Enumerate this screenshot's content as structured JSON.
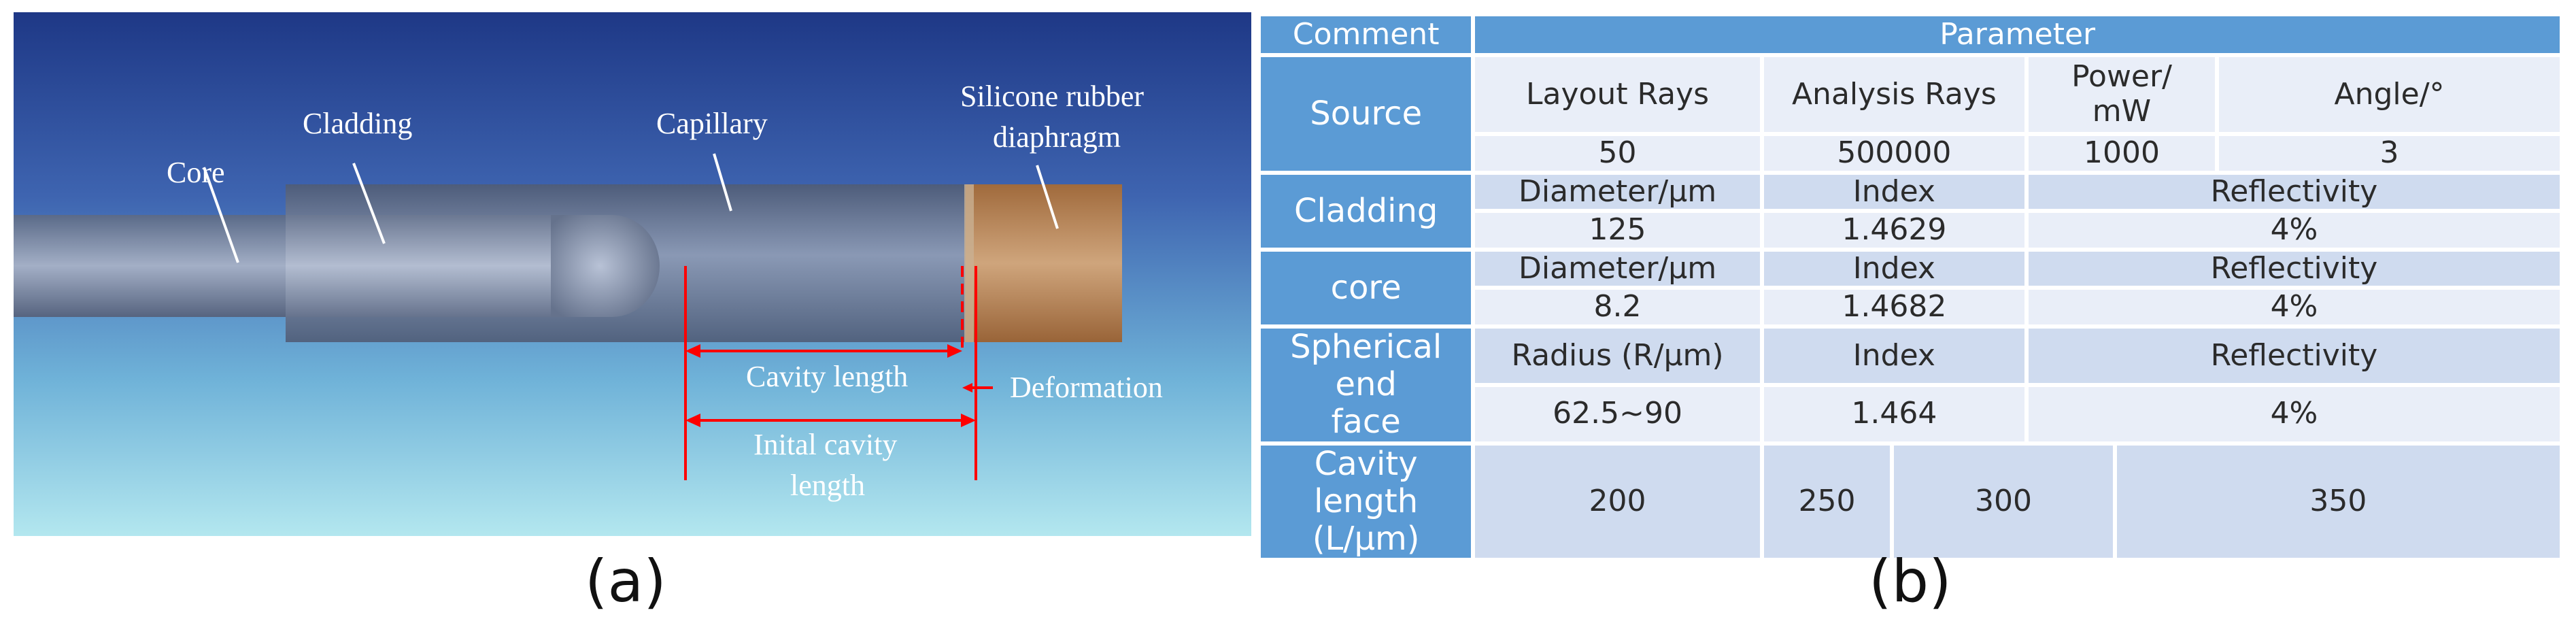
{
  "panel_a": {
    "labels": {
      "core": "Core",
      "cladding": "Cladding",
      "capillary": "Capillary",
      "diaphragm_line1": "Silicone rubber",
      "diaphragm_line2": "diaphragm",
      "cavity_length": "Cavity length",
      "deformation": "Deformation",
      "initial_line1": "Inital cavity",
      "initial_line2": "length"
    },
    "colors": {
      "background_top": "#1f3a86",
      "background_bottom": "#aee3ee",
      "annotation_red": "#ff0000",
      "diaphragm": "#b07a45"
    }
  },
  "panel_b": {
    "header": {
      "comment": "Comment",
      "parameter": "Parameter"
    },
    "source": {
      "label": "Source",
      "col1": "Layout Rays",
      "col2": "Analysis Rays",
      "col3_line1": "Power/",
      "col3_line2": "mW",
      "col4": "Angle/°",
      "v1": "50",
      "v2": "500000",
      "v3": "1000",
      "v4": "3"
    },
    "cladding": {
      "label": "Cladding",
      "col1": "Diameter/μm",
      "col2": "Index",
      "col3": "Reflectivity",
      "v1": "125",
      "v2": "1.4629",
      "v3": "4%"
    },
    "core": {
      "label": "core",
      "col1": "Diameter/μm",
      "col2": "Index",
      "col3": "Reflectivity",
      "v1": "8.2",
      "v2": "1.4682",
      "v3": "4%"
    },
    "spherical": {
      "label_line1": "Spherical end",
      "label_line2": "face",
      "col1": "Radius (R/μm)",
      "col2": "Index",
      "col3": "Reflectivity",
      "v1": "62.5~90",
      "v2": "1.464",
      "v3": "4%"
    },
    "cavity": {
      "label_line1": "Cavity length",
      "label_line2": "(L/μm)",
      "values": [
        "200",
        "250",
        "300",
        "350"
      ]
    },
    "colors": {
      "header": "#5b9bd5",
      "cell_dark": "#cfdbef",
      "cell_light": "#e9eef8"
    }
  },
  "captions": {
    "a": "(a)",
    "b": "(b)"
  }
}
